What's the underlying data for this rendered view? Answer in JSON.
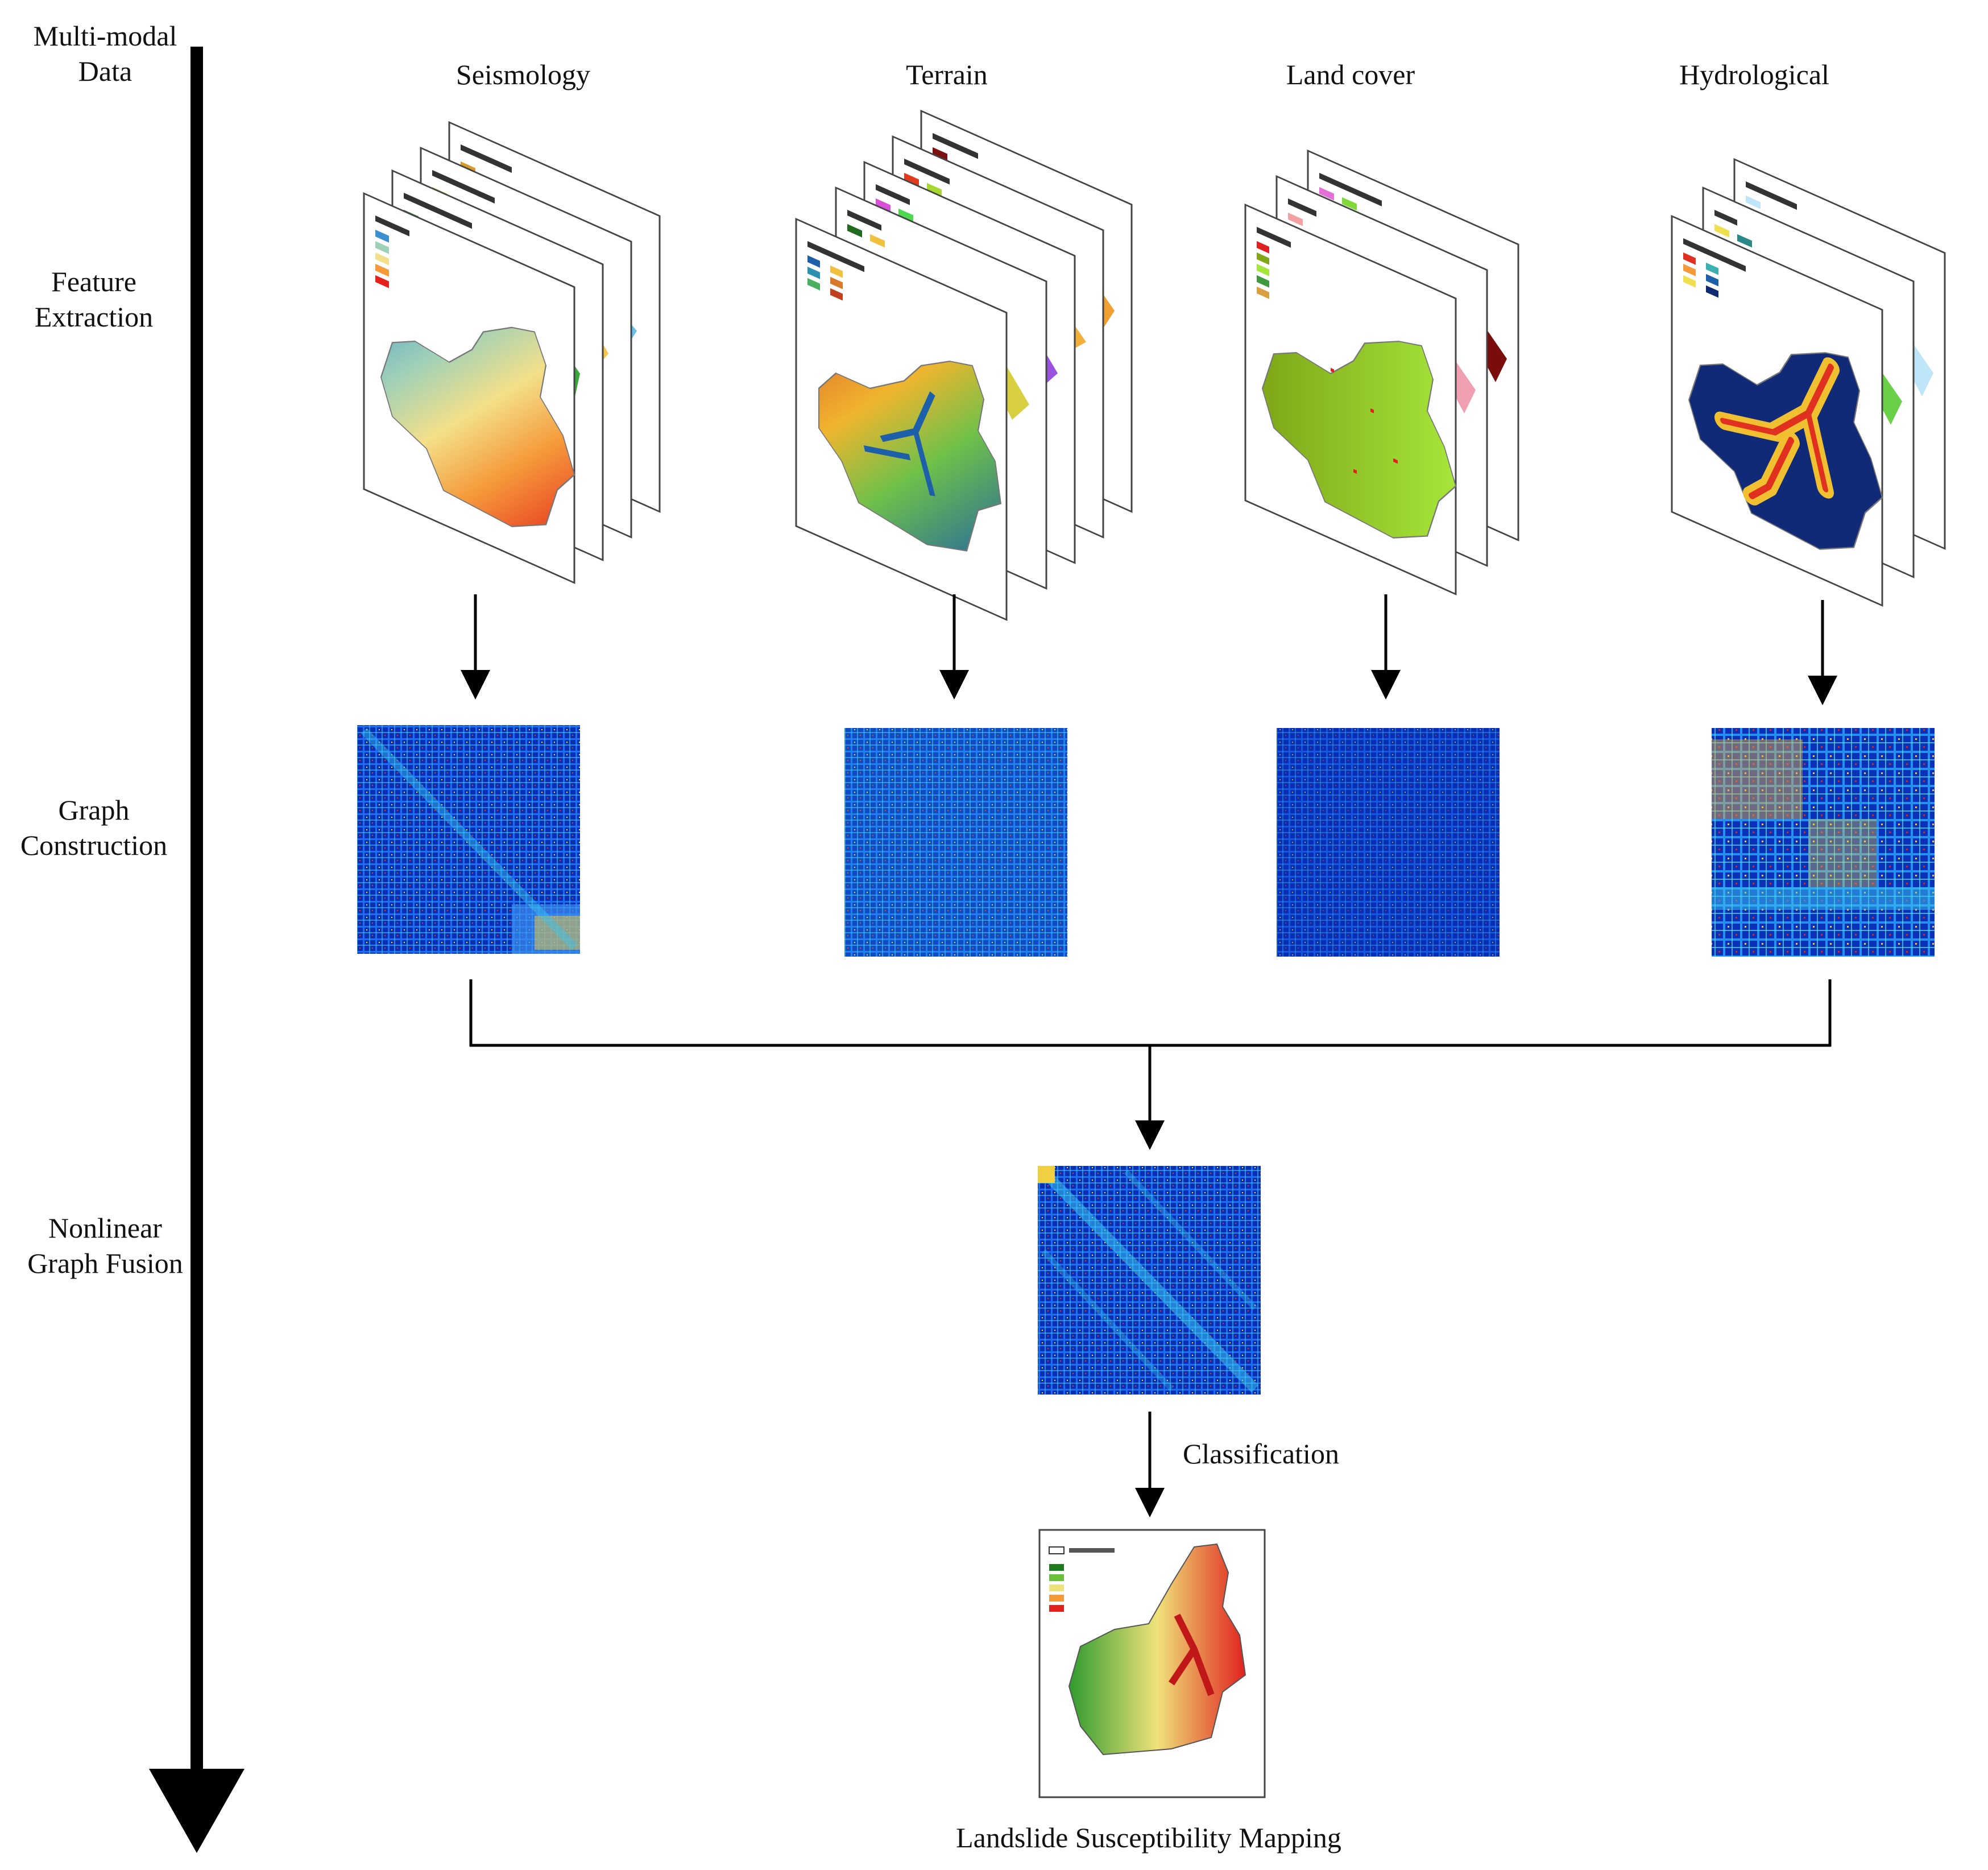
{
  "stages": {
    "data_l1": "Multi-modal",
    "data_l2": "Data",
    "feature_l1": "Feature",
    "feature_l2": "Extraction",
    "graph_l1": "Graph",
    "graph_l2": "Construction",
    "fusion_l1": "Nonlinear",
    "fusion_l2": "Graph Fusion"
  },
  "modalities": [
    {
      "label": "Seismology"
    },
    {
      "label": "Terrain"
    },
    {
      "label": "Land cover"
    },
    {
      "label": "Hydrological"
    }
  ],
  "classification_label": "Classification",
  "output_label": "Landslide Susceptibility Mapping",
  "colors": {
    "arrow": "#000000",
    "heatmap_base": "#0a2fb5",
    "heatmap_hot": "#d92b1a",
    "susceptibility_low": "#2e9b2e",
    "susceptibility_moderate": "#f0e27a",
    "susceptibility_high": "#e0221e"
  }
}
